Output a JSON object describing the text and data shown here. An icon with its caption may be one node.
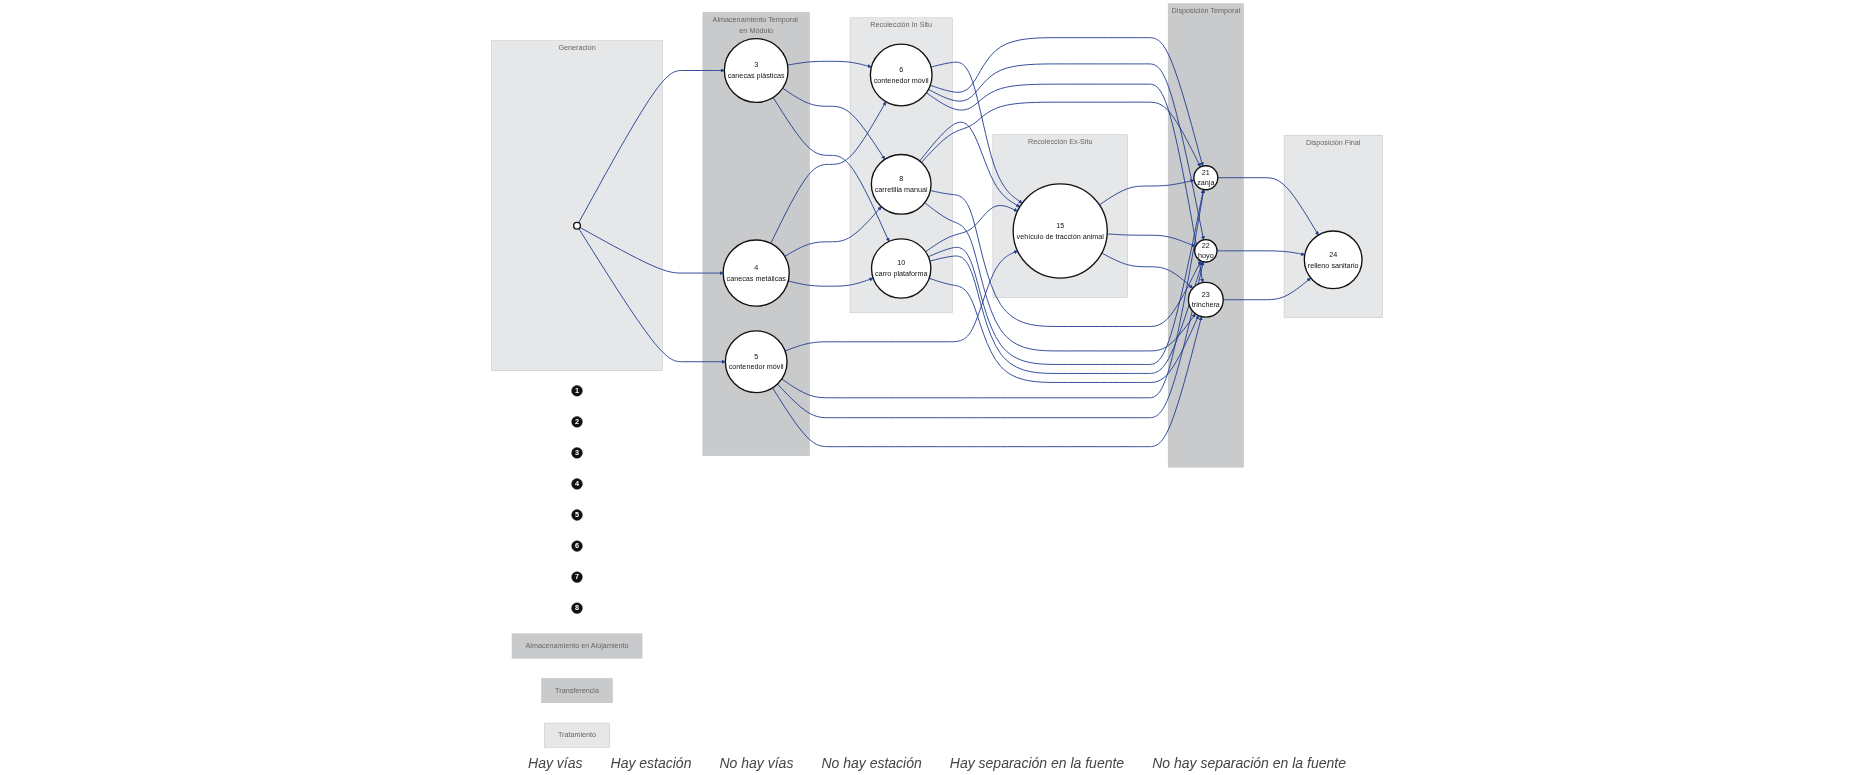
{
  "diagram": {
    "nodes": [
      {
        "text": [
          "1"
        ]
      },
      {
        "text": [
          "2"
        ]
      },
      {
        "text": [
          "3"
        ]
      },
      {
        "text": [
          "4"
        ]
      },
      {
        "text": [
          "5"
        ]
      },
      {
        "text": [
          "6"
        ]
      },
      {
        "text": [
          "7"
        ]
      },
      {
        "text": [
          "8"
        ]
      },
      {
        "text": [
          "Generación"
        ]
      },
      {
        "text": [],
        "shape": "circle",
        "in": 8
      },
      {
        "text": [
          "Almacenamiento Temporal en Módulo"
        ]
      },
      {
        "text": [
          "3",
          "canecas plásticas"
        ],
        "in": 10
      },
      {
        "text": [
          "4",
          "canecas metálicas"
        ],
        "in": 10
      },
      {
        "text": [
          "5",
          "contenedor móvil"
        ],
        "in": 10
      },
      {
        "text": [
          "Recolección In Situ"
        ]
      },
      {
        "text": [
          "6",
          "contenedor móvil"
        ],
        "in": 14
      },
      {
        "text": [
          "8",
          "carretilla manual"
        ],
        "in": 14
      },
      {
        "text": [
          "10",
          "carro plataforma"
        ],
        "in": 14
      },
      {
        "text": [
          "Almacenamiento en Alojamiento"
        ]
      },
      {
        "text": [
          "Recolección Ex-Situ"
        ]
      },
      {
        "text": [
          "15",
          "vehículo de tracción animal"
        ],
        "in": 19
      },
      {
        "text": [
          "Transferencia"
        ]
      },
      {
        "text": [
          "Tratamiento"
        ]
      },
      {
        "text": [
          "Disposición Temporal"
        ]
      },
      {
        "text": [
          "21",
          "zanja"
        ],
        "in": 23
      },
      {
        "text": [
          "22",
          "hoyo"
        ],
        "in": 23
      },
      {
        "text": [
          "23",
          "trinchera"
        ],
        "in": 23
      },
      {
        "text": [
          "Disposición Final"
        ]
      },
      {
        "text": [
          "24",
          "relleno sanitario"
        ],
        "in": 27
      }
    ],
    "edges": [
      {
        "from": 9,
        "to": 11,
        "arrow": "to"
      },
      {
        "from": 9,
        "to": 12,
        "arrow": "to"
      },
      {
        "from": 9,
        "to": 13,
        "arrow": "to"
      },
      {
        "from": 11,
        "to": 15,
        "arrow": "to"
      },
      {
        "from": 11,
        "to": 16,
        "arrow": "to"
      },
      {
        "from": 11,
        "to": 17,
        "arrow": "to"
      },
      {
        "from": 12,
        "to": 15,
        "arrow": "to"
      },
      {
        "from": 12,
        "to": 16,
        "arrow": "to"
      },
      {
        "from": 12,
        "to": 17,
        "arrow": "to"
      },
      {
        "from": 15,
        "to": 20,
        "arrow": "to"
      },
      {
        "from": 15,
        "to": 24,
        "arrow": "to"
      },
      {
        "from": 15,
        "to": 25,
        "arrow": "to"
      },
      {
        "from": 15,
        "to": 26,
        "arrow": "to"
      },
      {
        "from": 16,
        "to": 20,
        "arrow": "to"
      },
      {
        "from": 16,
        "to": 24,
        "arrow": "to"
      },
      {
        "from": 16,
        "to": 25,
        "arrow": "to"
      },
      {
        "from": 16,
        "to": 26,
        "arrow": "to"
      },
      {
        "from": 17,
        "to": 20,
        "arrow": "to"
      },
      {
        "from": 17,
        "to": 24,
        "arrow": "to"
      },
      {
        "from": 17,
        "to": 25,
        "arrow": "to"
      },
      {
        "from": 17,
        "to": 26,
        "arrow": "to"
      },
      {
        "from": 13,
        "to": 20,
        "arrow": "to"
      },
      {
        "from": 13,
        "to": 24,
        "arrow": "to"
      },
      {
        "from": 13,
        "to": 25,
        "arrow": "to"
      },
      {
        "from": 13,
        "to": 26,
        "arrow": "to"
      },
      {
        "from": 20,
        "to": 24,
        "arrow": "to"
      },
      {
        "from": 20,
        "to": 25,
        "arrow": "to"
      },
      {
        "from": 20,
        "to": 26,
        "arrow": "to"
      },
      {
        "from": 24,
        "to": 28,
        "arrow": "to"
      },
      {
        "from": 25,
        "to": 28,
        "arrow": "to"
      },
      {
        "from": 26,
        "to": 28,
        "arrow": "to"
      }
    ],
    "labels": [
      "Hay vías",
      "Hay estación",
      "No hay vías",
      "No hay estación",
      "Hay separación en la fuente",
      "No hay separación en la fuente"
    ]
  }
}
